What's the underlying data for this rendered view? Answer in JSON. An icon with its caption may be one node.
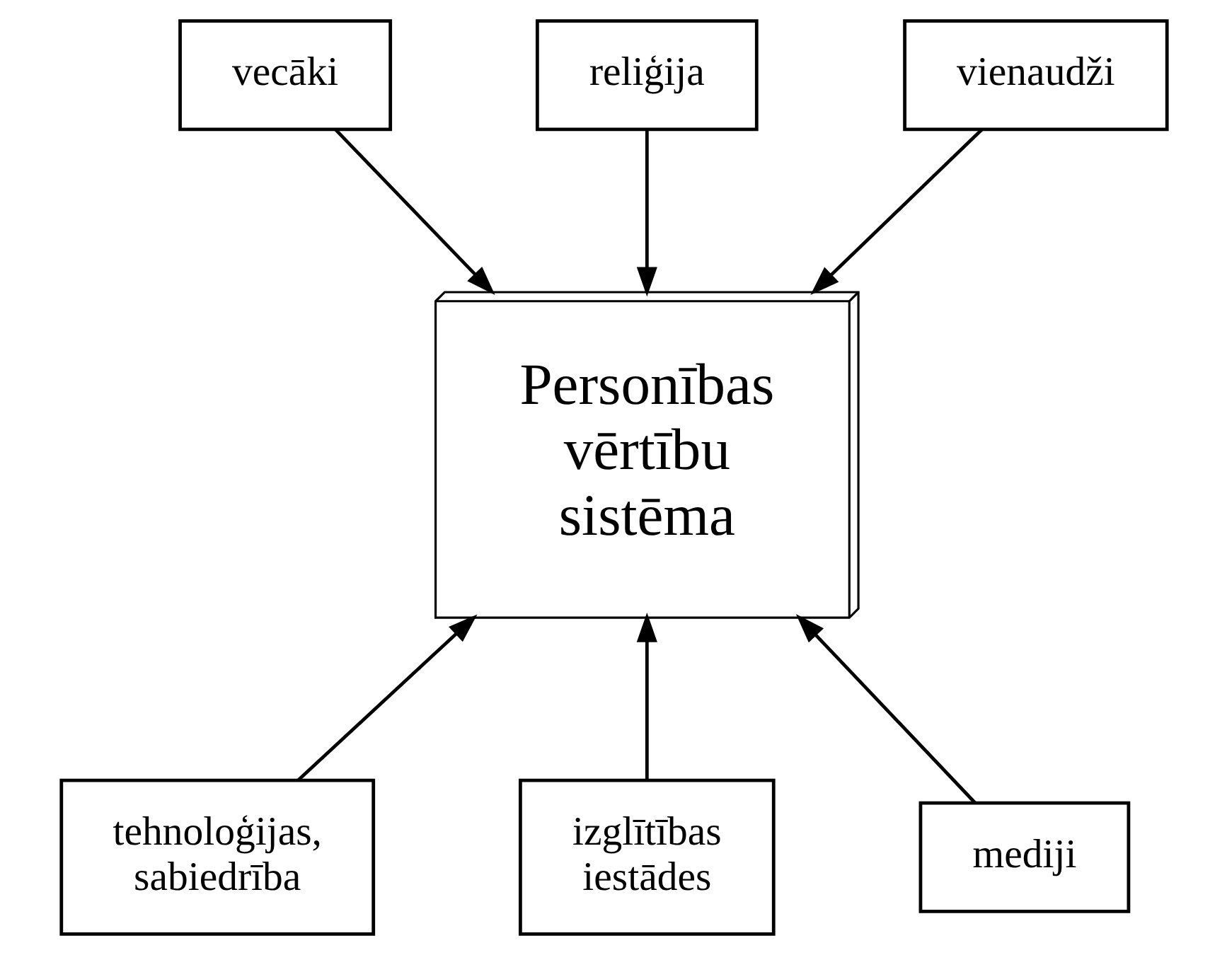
{
  "diagram": {
    "nodes": [
      {
        "text": [
          "vecāki"
        ]
      },
      {
        "text": [
          "reliģija"
        ]
      },
      {
        "text": [
          "vienaudži"
        ]
      },
      {
        "text": [
          "Personības vērtību sistēma"
        ]
      },
      {
        "text": [
          "tehnoloģijas, sabiedrība"
        ]
      },
      {
        "text": [
          "izglītības iestādes"
        ]
      },
      {
        "text": [
          "mediji"
        ]
      }
    ],
    "edges": [
      {
        "from": 1,
        "to": 3,
        "arrow": "to"
      },
      {
        "from": 0,
        "to": 3,
        "arrow": "to"
      },
      {
        "from": 2,
        "to": 3,
        "arrow": "to"
      },
      {
        "from": 4,
        "to": 3,
        "arrow": "to"
      },
      {
        "from": 6,
        "to": 3,
        "arrow": "to"
      },
      {
        "from": 5,
        "to": 3,
        "arrow": "to"
      }
    ]
  }
}
